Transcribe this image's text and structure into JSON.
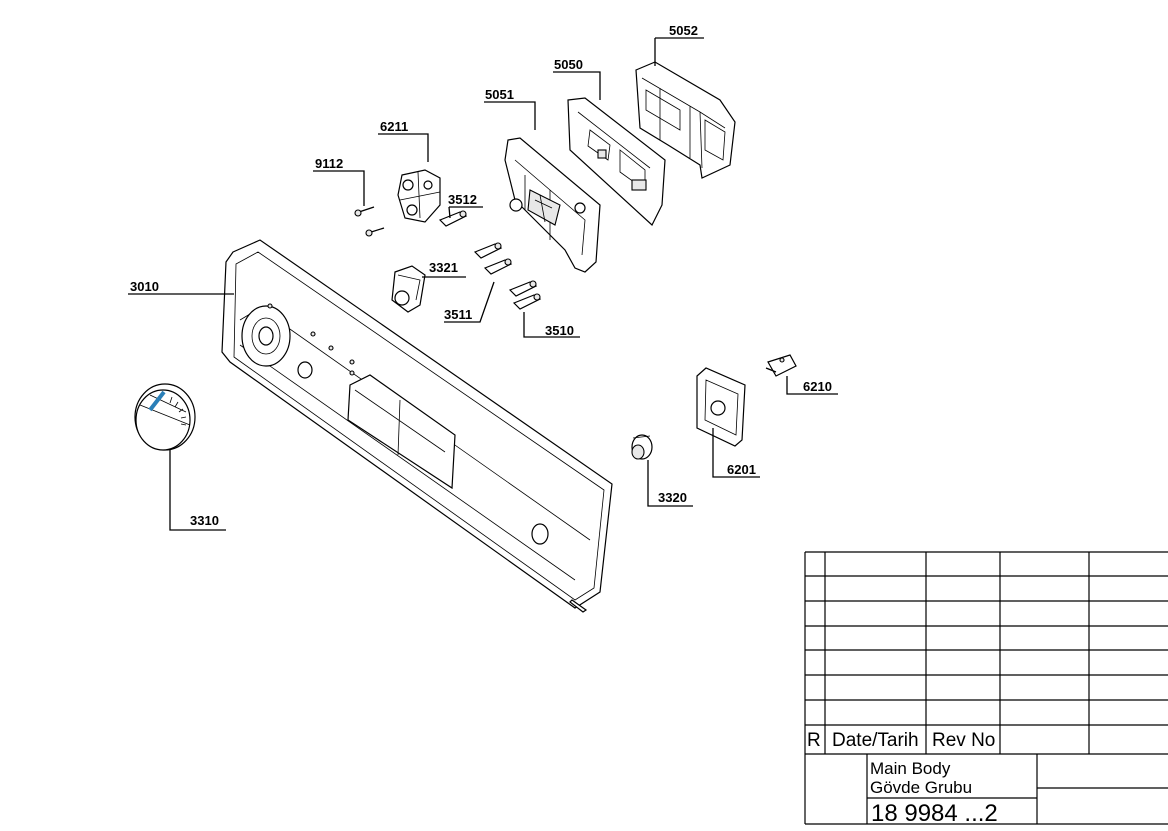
{
  "diagram": {
    "part_labels": [
      {
        "id": "p5052",
        "text": "5052"
      },
      {
        "id": "p5050",
        "text": "5050"
      },
      {
        "id": "p5051",
        "text": "5051"
      },
      {
        "id": "p6211",
        "text": "6211"
      },
      {
        "id": "p9112",
        "text": "9112"
      },
      {
        "id": "p3512",
        "text": "3512"
      },
      {
        "id": "p3321",
        "text": "3321"
      },
      {
        "id": "p3010",
        "text": "3010"
      },
      {
        "id": "p3511",
        "text": "3511"
      },
      {
        "id": "p3510",
        "text": "3510"
      },
      {
        "id": "p6210",
        "text": "6210"
      },
      {
        "id": "p6201",
        "text": "6201"
      },
      {
        "id": "p3320",
        "text": "3320"
      },
      {
        "id": "p3310",
        "text": "3310"
      }
    ],
    "accent_color": "#2a7fb8"
  },
  "title_block": {
    "rev_col": "R",
    "date_col": "Date/Tarih",
    "revno_col": "Rev No",
    "title_line1": "Main Body",
    "title_line2": "Gövde Grubu",
    "drawing_number": "18 9984 ...2"
  }
}
